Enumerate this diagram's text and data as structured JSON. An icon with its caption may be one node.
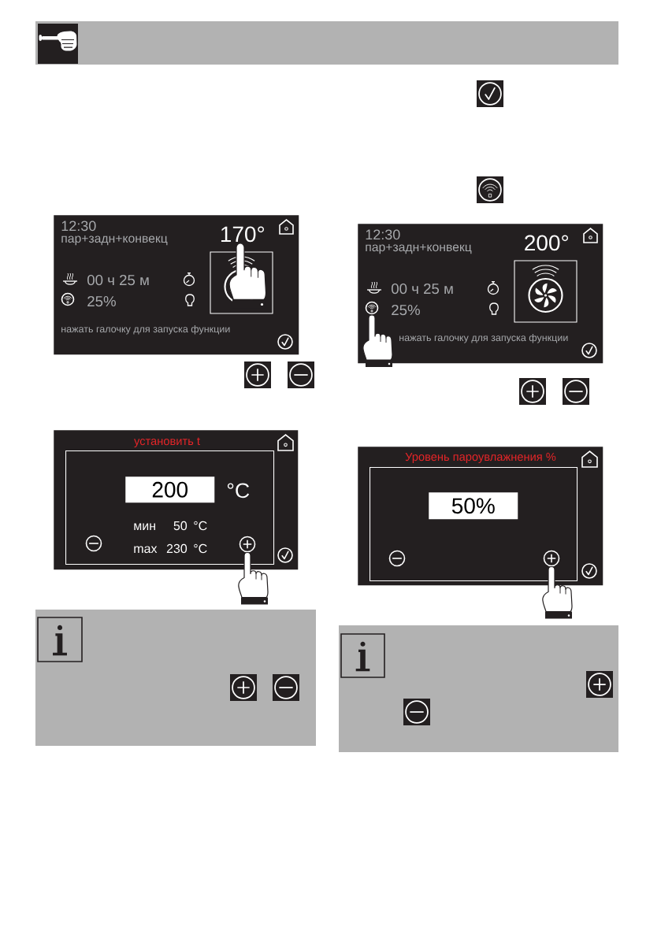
{
  "diagram": {
    "nodes": [
      {
        "text": [
          "12:30",
          "пар+задн+конвекц",
          "170°",
          "00 ч 25 м",
          "25%",
          "нажать галочку для запуска функции"
        ]
      },
      {
        "text": [
          "установить t"
        ]
      },
      {
        "text": [
          "°C",
          "мин",
          "50",
          "°C",
          "max",
          "230",
          "°C"
        ],
        "in": 1
      },
      {
        "text": [
          "200"
        ],
        "in": 2
      },
      {
        "text": [
          "12:30",
          "пар+задн+конвекц",
          "200°",
          "00 ч 25 м",
          "25%",
          "нажать галочку для запуска функции"
        ]
      },
      {
        "text": [
          "Уровень пароувлажнения %"
        ]
      },
      {
        "text": [],
        "shape": "box",
        "in": 5
      },
      {
        "text": [
          "50%"
        ],
        "in": 6
      }
    ]
  }
}
